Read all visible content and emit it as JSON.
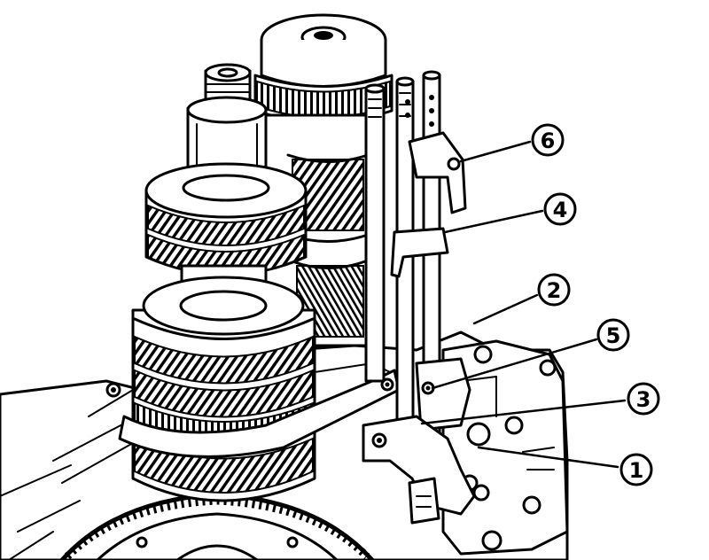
{
  "diagram": {
    "callouts": [
      {
        "id": "callout-6",
        "label": "6"
      },
      {
        "id": "callout-4",
        "label": "4"
      },
      {
        "id": "callout-2",
        "label": "2"
      },
      {
        "id": "callout-5",
        "label": "5"
      },
      {
        "id": "callout-3",
        "label": "3"
      },
      {
        "id": "callout-1",
        "label": "1"
      }
    ]
  },
  "colors": {
    "ink": "#000000",
    "paper": "#ffffff"
  }
}
